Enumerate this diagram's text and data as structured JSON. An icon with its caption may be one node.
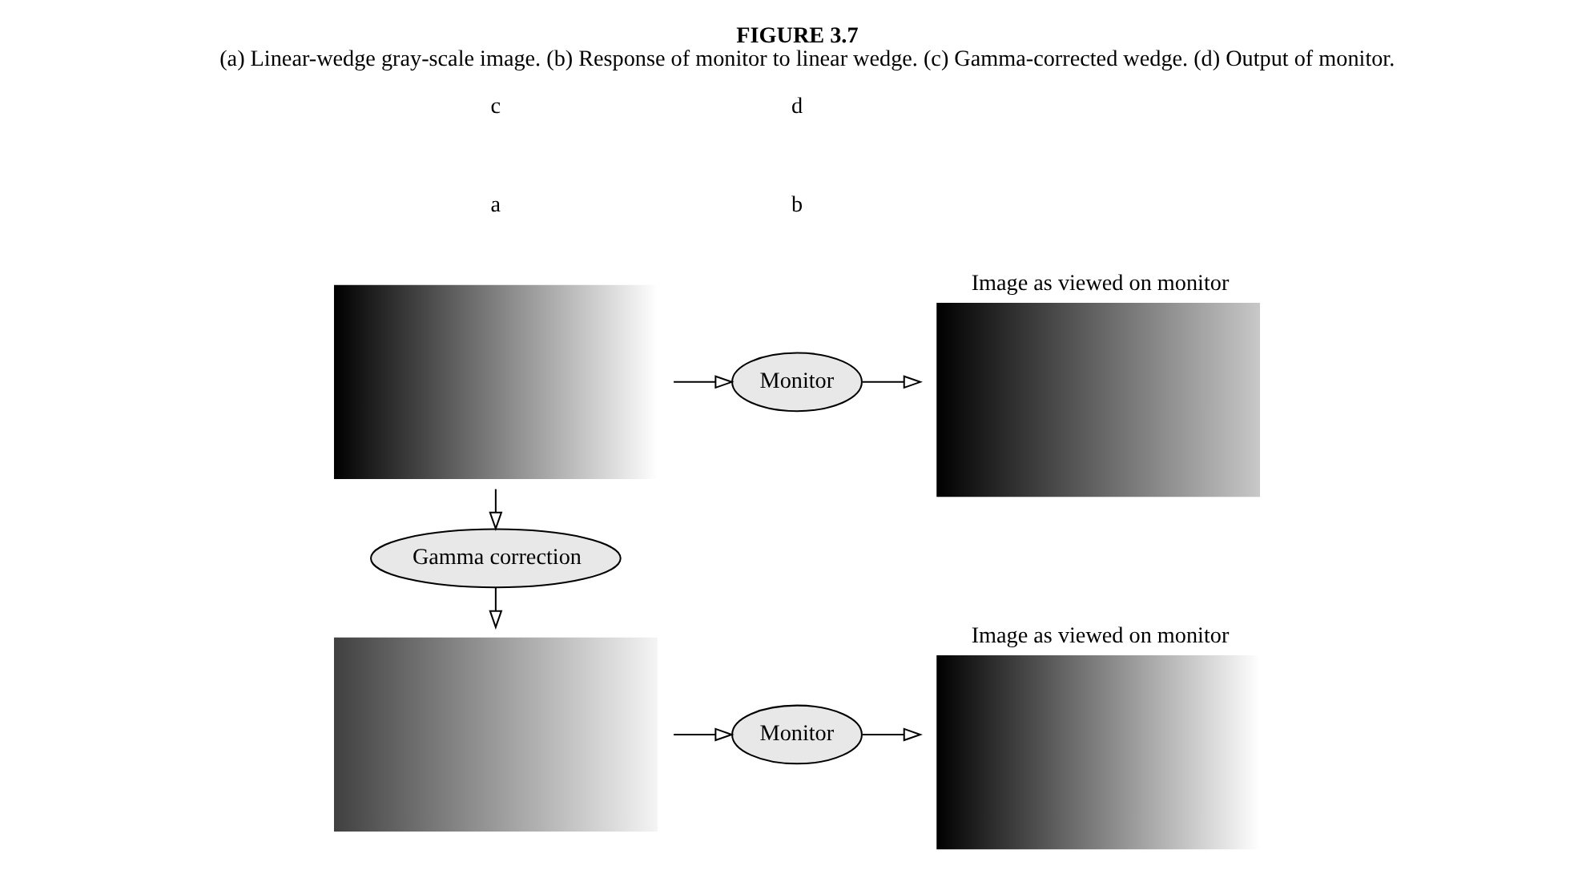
{
  "diagram": {
    "title": "FIGURE 3.7",
    "caption": "(a) Linear-wedge gray-scale image. (b) Response of monitor to linear wedge. (c) Gamma-corrected wedge. (d) Output of monitor.",
    "nodes": [
      {
        "text": [],
        "shape": "box"
      },
      {
        "text": [
          "Monitor"
        ]
      },
      {
        "text": [
          "Image as viewed on monitor"
        ]
      },
      {
        "text": [
          "Gamma correction"
        ]
      },
      {
        "text": [],
        "shape": "box"
      },
      {
        "text": [
          "Monitor"
        ]
      },
      {
        "text": [
          "Image as viewed on monitor"
        ]
      }
    ],
    "edges": [
      {
        "from": 0,
        "to": 1,
        "arrow": "to"
      },
      {
        "from": 1,
        "to": 2,
        "arrow": "to"
      },
      {
        "from": 0,
        "to": 3,
        "arrow": "to"
      },
      {
        "from": 3,
        "to": 4,
        "arrow": "to"
      },
      {
        "from": 4,
        "to": 5,
        "arrow": "to"
      },
      {
        "from": 5,
        "to": 6,
        "arrow": "to"
      }
    ],
    "labels": [
      "a",
      "b",
      "c",
      "d"
    ]
  }
}
